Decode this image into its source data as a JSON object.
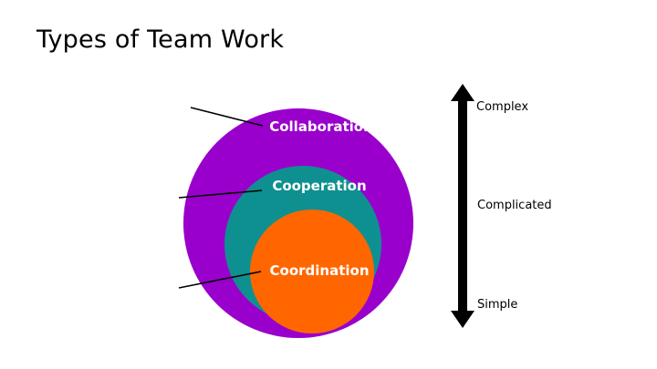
{
  "slide": {
    "title": "Types of Team Work"
  },
  "diagram": {
    "circles": [
      {
        "label": "Collaboration",
        "color": "#9900cc"
      },
      {
        "label": "Cooperation",
        "color": "#0f9090"
      },
      {
        "label": "Coordination",
        "color": "#ff6600"
      }
    ],
    "scale": {
      "arrow_color": "#000000",
      "top_label": "Complex",
      "middle_label": "Complicated",
      "bottom_label": "Simple"
    }
  }
}
